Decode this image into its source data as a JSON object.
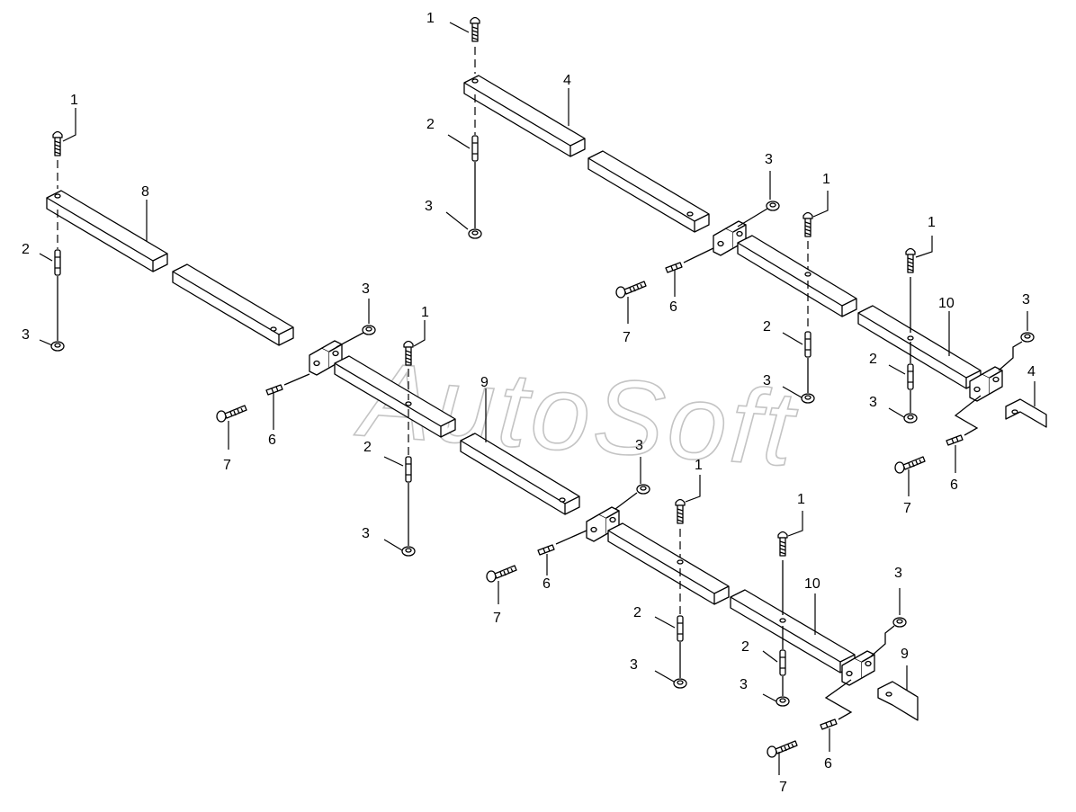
{
  "watermark": "AutoSoft",
  "callouts": {
    "c1": "1",
    "c2": "2",
    "c3": "3",
    "c4": "4",
    "c6": "6",
    "c7": "7",
    "c8": "8",
    "c9": "9",
    "c10": "10"
  },
  "parts": [
    {
      "number": "1",
      "icon": "carriage-bolt-icon"
    },
    {
      "number": "2",
      "icon": "spacer-sleeve-icon"
    },
    {
      "number": "3",
      "icon": "hex-nut-icon"
    },
    {
      "number": "4",
      "icon": "square-tube-icon"
    },
    {
      "number": "6",
      "icon": "pin-sleeve-icon"
    },
    {
      "number": "7",
      "icon": "threaded-bolt-icon"
    },
    {
      "number": "8",
      "icon": "square-tube-icon"
    },
    {
      "number": "9",
      "icon": "square-tube-icon"
    },
    {
      "number": "10",
      "icon": "clevis-tube-icon"
    }
  ]
}
